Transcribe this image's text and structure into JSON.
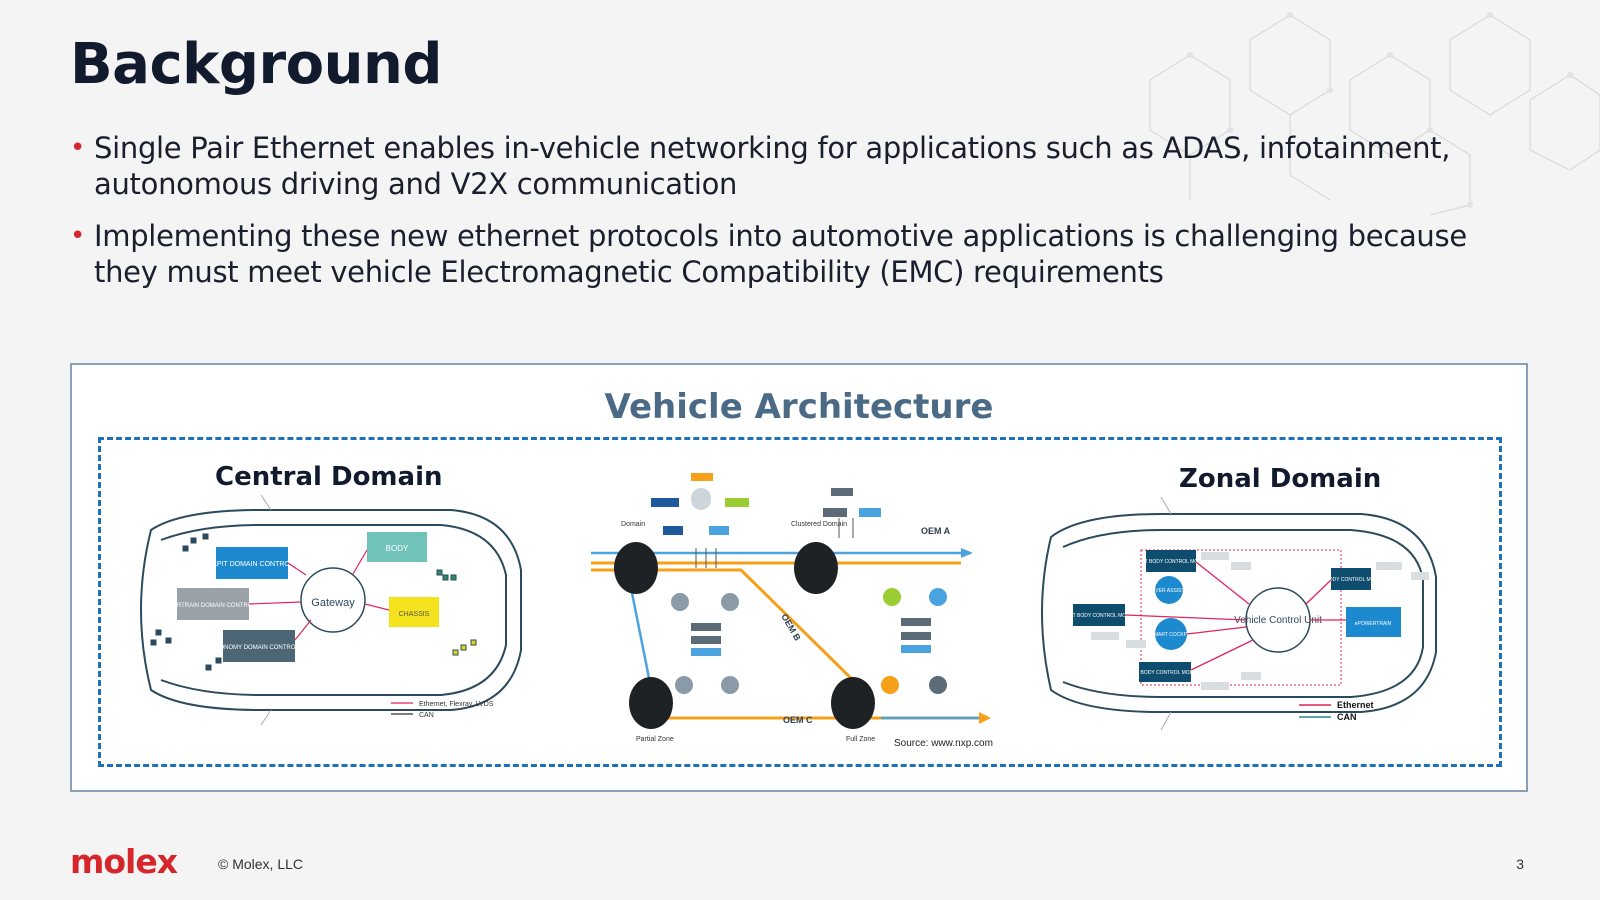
{
  "slide": {
    "title": "Background",
    "bullets": [
      "Single Pair Ethernet enables in-vehicle networking for applications such as ADAS, infotainment, autonomous driving and V2X communication",
      "Implementing these new ethernet protocols into automotive applications is challenging because they must meet vehicle Electromagnetic Compatibility (EMC) requirements"
    ],
    "bullet_color": "#d6252b"
  },
  "figure": {
    "title": "Vehicle Architecture",
    "central": {
      "label": "Central Domain",
      "gateway": "Gateway",
      "modules": [
        "COCKPIT DOMAIN CONTROLLER",
        "POWERTRAIN DOMAIN CONTROLLER",
        "AUTONOMY DOMAIN CONTROLLER",
        "BODY",
        "CHASSIS"
      ],
      "legend": [
        "Ethernet, Flexray, LVDS",
        "CAN"
      ]
    },
    "middle": {
      "labels": [
        "Domain",
        "Clustered Domain",
        "Partial Zone",
        "Full Zone"
      ],
      "oem": [
        "OEM A",
        "OEM B",
        "OEM C"
      ],
      "source": "Source: www.nxp.com"
    },
    "zonal": {
      "label": "Zonal Domain",
      "vcu": "Vehicle Control Unit",
      "modules": [
        "FRONT BODY CONTROL MODULE",
        "ADVANCED DRIVER ASSISTANCE SYSTEM",
        "SMART COCKPIT",
        "FRONT BODY CONTROL MODULE",
        "LEFT BODY CONTROL MODULE",
        "TAIL BODY CONTROL MODULE",
        "ePOWERTRAIN"
      ],
      "legend": [
        "Ethernet",
        "CAN"
      ]
    },
    "colors": {
      "title": "#4a6a86",
      "dash": "#1d71b8",
      "ethernet": "#e0245e",
      "can": "#2c4a5e"
    }
  },
  "footer": {
    "logo": "molex",
    "copyright": "© Molex, LLC",
    "page": "3"
  }
}
